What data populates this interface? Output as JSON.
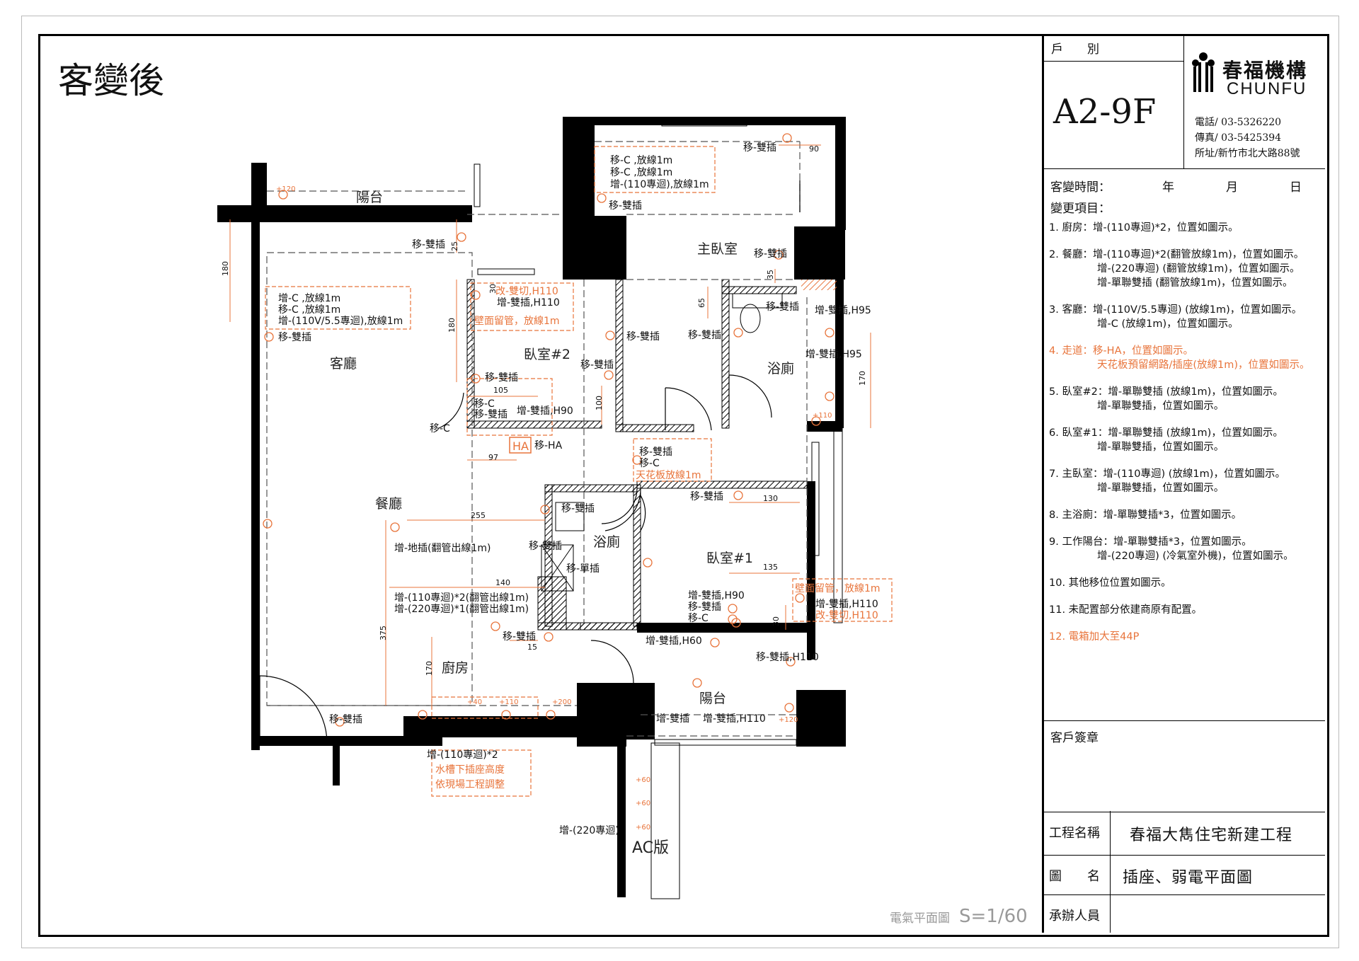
{
  "page_title": "客變後",
  "scale_label": "電氣平面圖",
  "scale_value": "S=1/60",
  "title_block": {
    "unit_label": "戶　　別",
    "unit_value": "A2-9F",
    "company_name": "春福機構",
    "company_en": "CHUNFU",
    "phone": "電話/ 03-5326220",
    "fax": "傳真/ 03-5425394",
    "address": "所址/新竹市北大路88號",
    "change_time_label": "客變時間：",
    "year": "年",
    "month": "月",
    "day": "日",
    "change_items_label": "變更項目：",
    "notes": [
      {
        "text": "1. 廚房：增-(110專迴)*2，位置如圖示。",
        "highlight": false
      },
      {
        "text": "2. 餐廳：增-(110專迴)*2(翻管放線1m)，位置如圖示。",
        "line2": "增-(220專迴) (翻管放線1m)，位置如圖示。",
        "line3": "增-單聯雙插 (翻管放線1m)，位置如圖示。",
        "highlight": false
      },
      {
        "text": "3. 客廳：增-(110V/5.5專迴) (放線1m)，位置如圖示。",
        "line2": "增-C (放線1m)，位置如圖示。",
        "highlight": false
      },
      {
        "text": "4. 走道：移-HA，位置如圖示。",
        "line2": "天花板預留網路/插座(放線1m)，位置如圖示。",
        "highlight": true
      },
      {
        "text": "5. 臥室#2：增-單聯雙插 (放線1m)，位置如圖示。",
        "line2": "增-單聯雙插，位置如圖示。",
        "highlight": false
      },
      {
        "text": "6. 臥室#1：增-單聯雙插 (放線1m)，位置如圖示。",
        "line2": "增-單聯雙插，位置如圖示。",
        "highlight": false
      },
      {
        "text": "7. 主臥室：增-(110專迴) (放線1m)，位置如圖示。",
        "line2": "增-單聯雙插，位置如圖示。",
        "highlight": false
      },
      {
        "text": "8. 主浴廁：增-單聯雙插*3，位置如圖示。",
        "highlight": false
      },
      {
        "text": "9. 工作陽台：增-單聯雙插*3，位置如圖示。",
        "line2": "增-(220專迴) (冷氣室外機)，位置如圖示。",
        "highlight": false
      },
      {
        "text": "10. 其他移位位置如圖示。",
        "highlight": false
      },
      {
        "text": "11. 未配置部分依建商原有配置。",
        "highlight": false
      },
      {
        "text": "12. 電箱加大至44P",
        "highlight": true
      }
    ],
    "customer_seal_label": "客戶簽章",
    "project_name_label": "工程名稱",
    "project_name": "春福大雋住宅新建工程",
    "drawing_name_label": "圖　　名",
    "drawing_name": "插座、弱電平面圖",
    "handler_label": "承辦人員"
  },
  "rooms": {
    "balcony_top": "陽台",
    "living": "客廳",
    "dining": "餐廳",
    "kitchen": "廚房",
    "bedroom2": "臥室#2",
    "master": "主臥室",
    "bath_master": "浴廁",
    "bath2": "浴廁",
    "bedroom1": "臥室#1",
    "balcony_bottom": "陽台",
    "ac_board": "AC版"
  },
  "annotations": {
    "master_box": [
      "移-C ,放線1m",
      "移-C ,放線1m",
      "增-(110專迴),放線1m"
    ],
    "master_move1": "移-雙插",
    "master_move2": "移-雙插",
    "master_move3": "移-雙插",
    "master_move4": "移-雙插",
    "dim_90": "90",
    "dim_35": "35",
    "dim_65": "65",
    "bath_h95_1": "增-雙插,H95",
    "bath_h95_2": "增-雙插,H95",
    "dim_170_right": "170",
    "living_box": [
      "增-C ,放線1m",
      "移-C ,放線1m",
      "增-(110V/5.5專迴),放線1m"
    ],
    "living_move": "移-雙插",
    "balcony_move": "移-雙插",
    "dim_180a": "180",
    "dim_180b": "180",
    "dim_25": "25",
    "dim_30": "30",
    "b2_cut": "改-雙切,H110",
    "b2_h110": "增-雙插,H110",
    "b2_wall": "壁面留管，放線1m",
    "b2_move": "移-雙插",
    "b2_dim105": "105",
    "b2_moveC": "移-C",
    "b2_move2": "移-雙插",
    "b2_h90": "增-雙插,H90",
    "b2_move3": "移-雙插",
    "b2_dim100": "100",
    "corridor_move1": "移-雙插",
    "corridor_move2": "移-雙插",
    "living_moveC": "移-C",
    "dim_97": "97",
    "ha_label": "HA",
    "ha_move": "移-HA",
    "hall_box": [
      "移-雙插",
      "移-C"
    ],
    "ceiling_reserve": "天花板放線1m",
    "dim_255": "255",
    "floor_outlet": "增-地插(翻管出線1m)",
    "bath2_move": "移-雙插",
    "bath2_move2": "移-雙插",
    "bath2_single": "移-單插",
    "dim_140": "140",
    "dining_110": "增-(110專迴)*2(翻管出線1m)",
    "dining_220": "增-(220專迴)*1(翻管出線1m)",
    "kitchen_move": "移-雙插",
    "dim_15": "15",
    "dim_375": "375",
    "dim_170_kitchen": "170",
    "b1_move": "移-雙插",
    "dim_130": "130",
    "dim_135": "135",
    "b1_h90": "增-雙插,H90",
    "b1_move2": "移-雙插",
    "b1_moveC": "移-C",
    "b1_wall": "壁面留管，放線1m",
    "b1_h110": "增-雙插,H110",
    "b1_cut": "改-雙切,H110",
    "dim_30b": "30",
    "b1_h60": "增-雙插,H60",
    "bottom_h110": "移-雙插,H110",
    "bal_add1": "增-雙插",
    "bal_add2": "增-雙插,H110",
    "living_bottom_move": "移-雙插",
    "kitchen_110": "增-(110專迴)*2",
    "kitchen_sink1": "水槽下插座高度",
    "kitchen_sink2": "依現場工程調整",
    "ac_220": "增-(220專迴)",
    "h120a": "+120",
    "h120b": "+120",
    "h110a": "+110",
    "h110b": "+110",
    "h40": "+40",
    "h200": "+200",
    "h60a": "+60",
    "h60b": "+60",
    "h60c": "+60"
  },
  "colors": {
    "accent": "#e8743b",
    "wall": "#000000"
  }
}
